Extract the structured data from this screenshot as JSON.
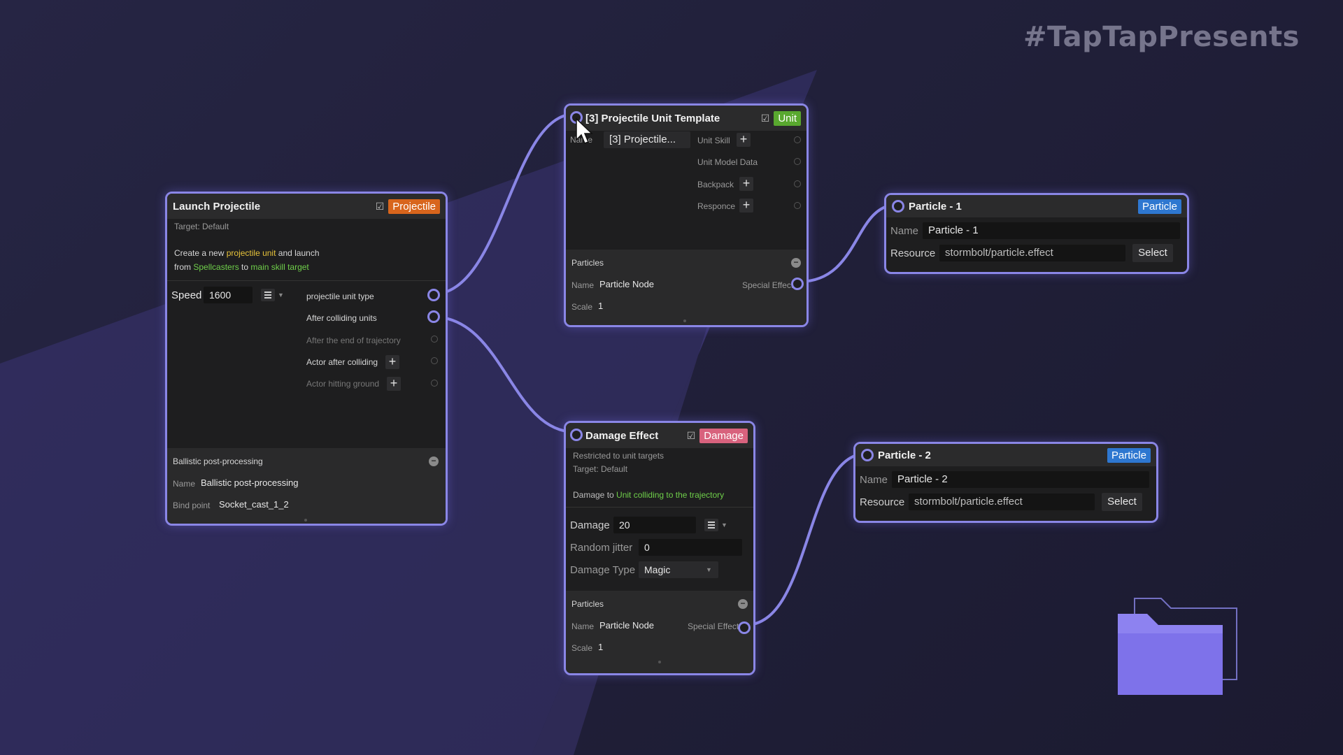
{
  "watermark": "#TapTapPresents",
  "colors": {
    "accent": "#8a86e6",
    "projectile": "#d8651c",
    "unit": "#59a82f",
    "damage": "#d8627d",
    "particle": "#2e77d0",
    "yellow_text": "#e6c23a",
    "green_text": "#6fcf4a"
  },
  "launch": {
    "title": "Launch Projectile",
    "badge": "Projectile",
    "target": "Target:  Default",
    "desc_1a": "Create a new ",
    "desc_1b": "projectile unit",
    "desc_1c": " and launch",
    "desc_2a": "from ",
    "desc_2b": "Spellcasters",
    "desc_2c": " to ",
    "desc_2d": "main skill target",
    "speed_label": "Speed",
    "speed_value": "1600",
    "outputs": [
      "projectile unit type",
      "After colliding units",
      "After the end of trajectory",
      "Actor after colliding",
      "Actor hitting ground"
    ],
    "section_title": "Ballistic post-processing",
    "name_label": "Name",
    "name_value": "Ballistic post-processing",
    "bind_label": "Bind point",
    "bind_value": "Socket_cast_1_2"
  },
  "unit": {
    "title": "[3] Projectile Unit Template",
    "badge": "Unit",
    "name_label": "Name",
    "name_value": "[3] Projectile...",
    "rows": [
      "Unit Skill",
      "Unit Model Data",
      "Backpack",
      "Responce"
    ],
    "section_title": "Particles",
    "p_name_label": "Name",
    "p_name_value": "Particle Node",
    "special_label": "Special Effect",
    "scale_label": "Scale",
    "scale_value": "1"
  },
  "damage": {
    "title": "Damage Effect",
    "badge": "Damage",
    "restricted": "Restricted to unit targets",
    "target": "Target: Default",
    "desc_a": "Damage to ",
    "desc_b": "Unit colliding to the trajectory",
    "damage_label": "Damage",
    "damage_value": "20",
    "jitter_label": "Random jitter",
    "jitter_value": "0",
    "type_label": "Damage Type",
    "type_value": "Magic",
    "section_title": "Particles",
    "p_name_label": "Name",
    "p_name_value": "Particle Node",
    "special_label": "Special Effect",
    "scale_label": "Scale",
    "scale_value": "1"
  },
  "particle1": {
    "title": "Particle - 1",
    "badge": "Particle",
    "name_label": "Name",
    "name_value": "Particle - 1",
    "resource_label": "Resource",
    "resource_value": "stormbolt/particle.effect",
    "select_label": "Select"
  },
  "particle2": {
    "title": "Particle - 2",
    "badge": "Particle",
    "name_label": "Name",
    "name_value": "Particle - 2",
    "resource_label": "Resource",
    "resource_value": "stormbolt/particle.effect",
    "select_label": "Select"
  }
}
